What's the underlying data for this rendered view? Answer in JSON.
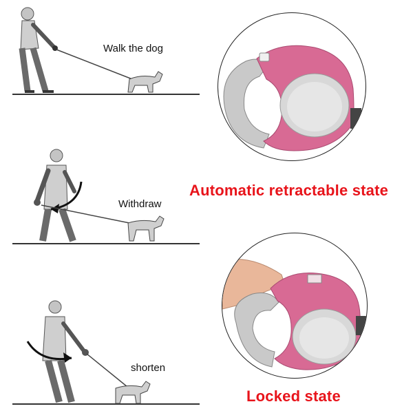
{
  "steps": [
    {
      "label": "Walk the dog",
      "figure": "person-walking-dog"
    },
    {
      "label": "Withdraw",
      "figure": "person-withdrawing-leash"
    },
    {
      "label": "shorten",
      "figure": "person-shortening-leash"
    }
  ],
  "states": [
    {
      "label": "Automatic retractable state",
      "figure": "retractable-leash-device"
    },
    {
      "label": "Locked state",
      "figure": "locked-leash-device"
    }
  ],
  "colors": {
    "state_text": "#e8141b",
    "device_pink": "#d86a94",
    "grip_gray": "#c9c9c9",
    "figure_gray": "#b8b8b8"
  }
}
